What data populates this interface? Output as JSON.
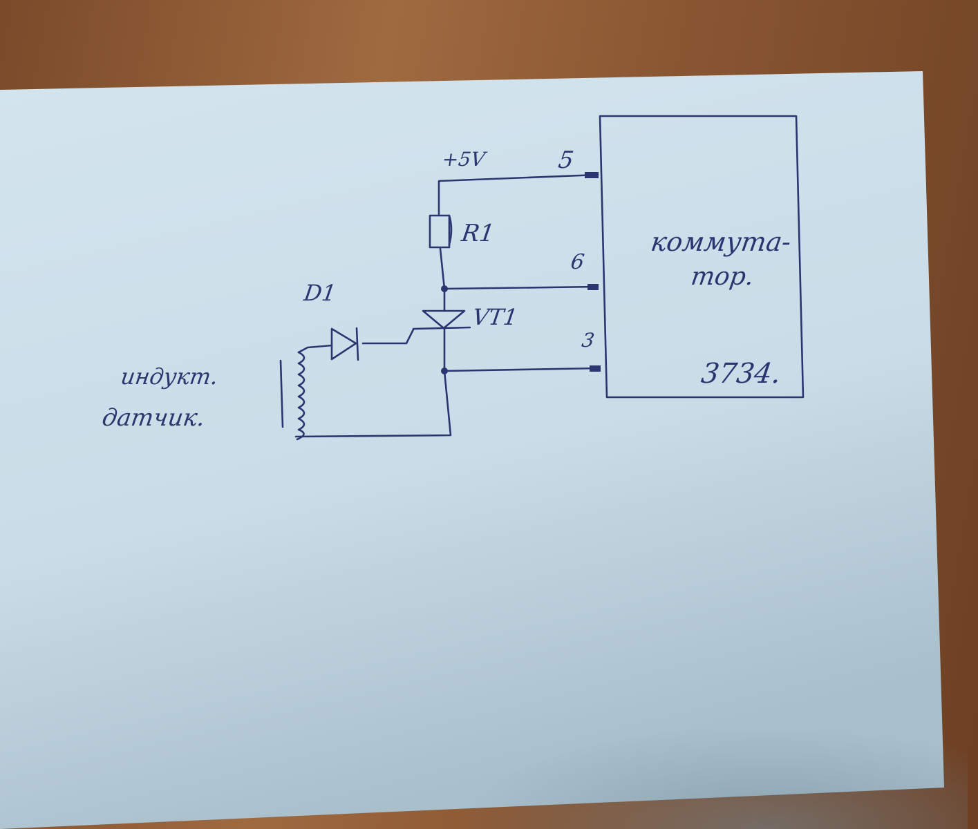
{
  "diagram": {
    "supply_label": "+5V",
    "pin5_label": "5",
    "pin6_label": "6",
    "pin3_label": "3",
    "resistor_label": "R1",
    "diode_label": "D1",
    "thyristor_label": "VT1",
    "module_label_line1": "коммута-",
    "module_label_line2": "тор.",
    "module_number": "3734.",
    "sensor_label_line1": "индукт.",
    "sensor_label_line2": "датчик."
  },
  "colors": {
    "ink": "#2b3570",
    "paper": "#cddfe9",
    "wood": "#8a5733"
  }
}
